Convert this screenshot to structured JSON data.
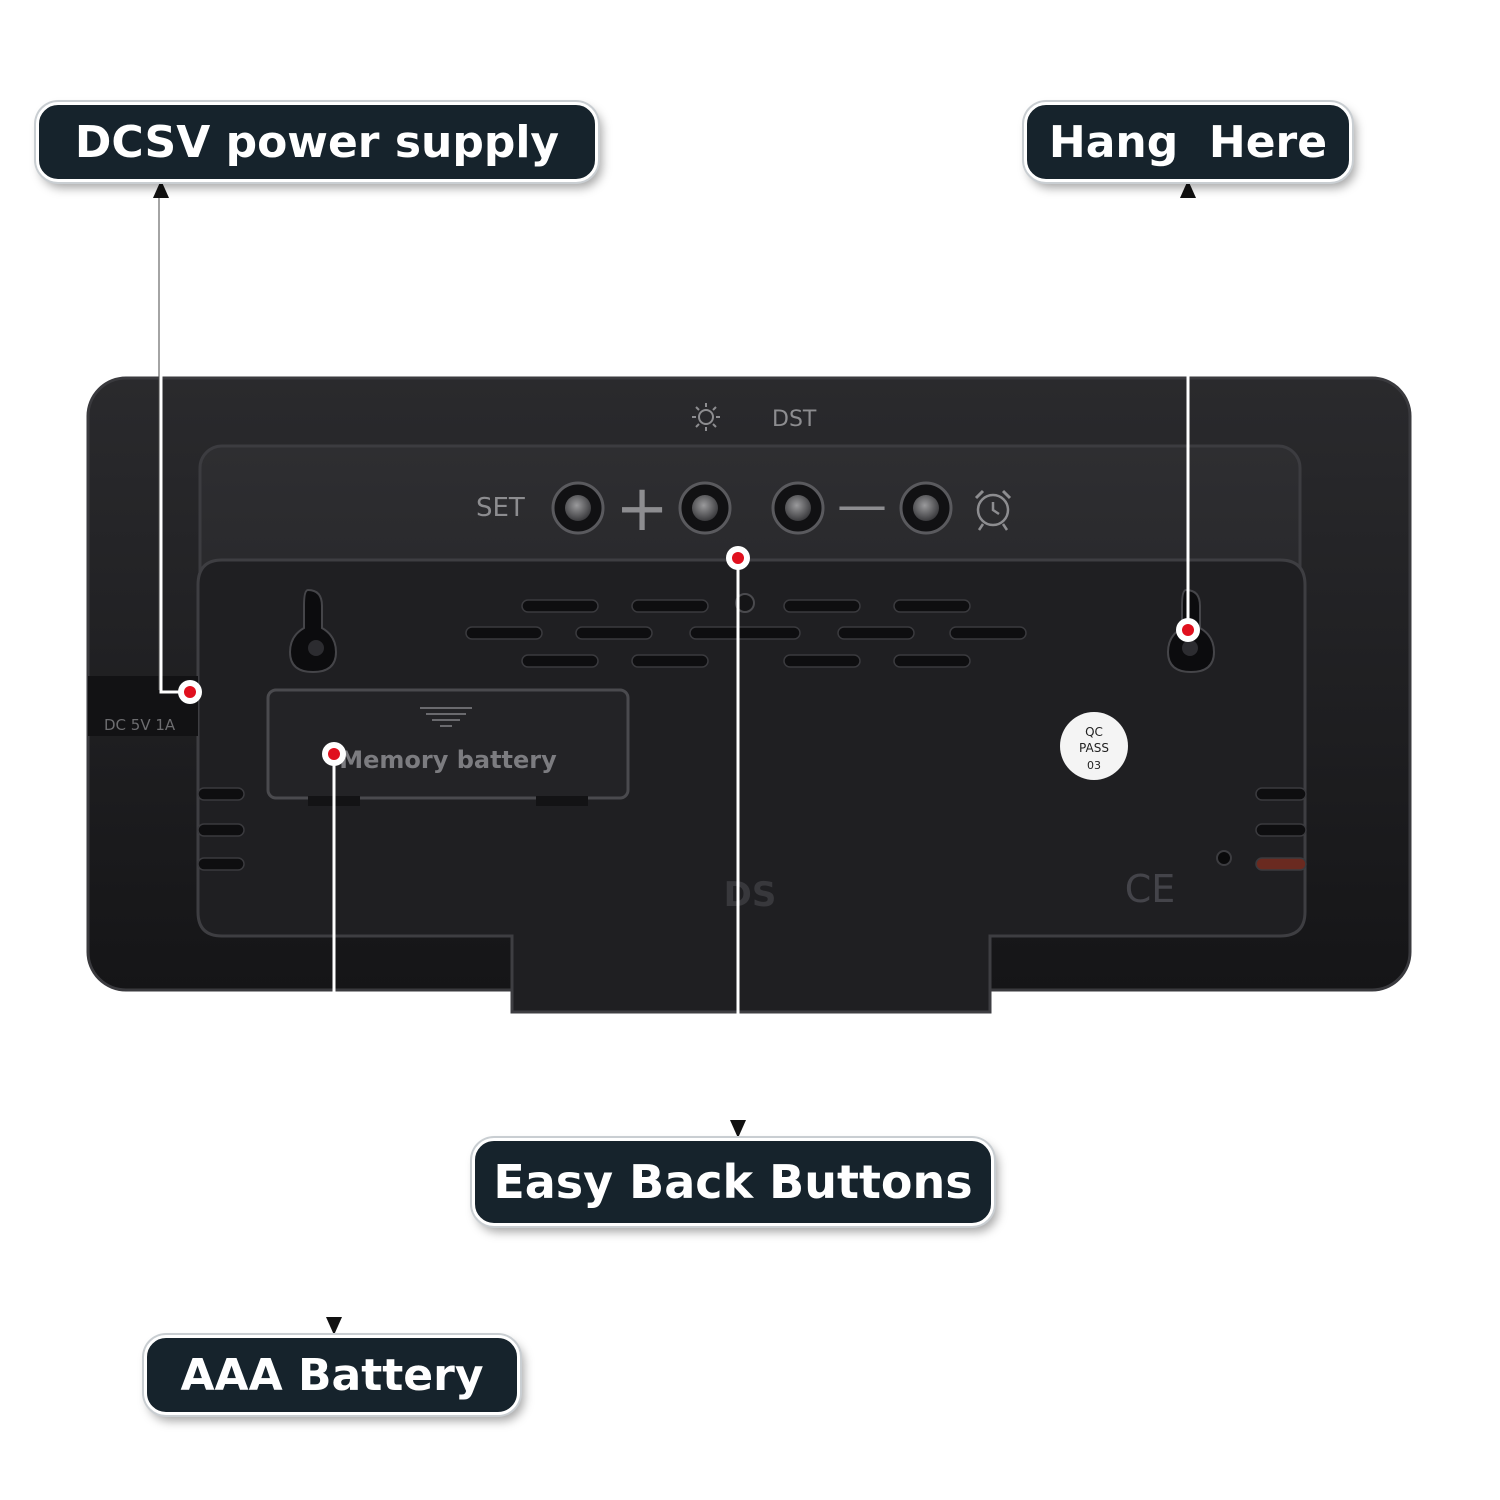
{
  "callouts": {
    "power_supply": "DCSV power supply",
    "hang_here": "Hang  Here",
    "back_buttons": "Easy Back Buttons",
    "aaa_battery": "AAA Battery"
  },
  "device": {
    "top_labels": {
      "dst": "DST"
    },
    "buttons": {
      "set": "SET",
      "plus": "+",
      "minus": "—"
    },
    "battery_cover_label": "Memory battery",
    "port_label": "DC 5V 1A",
    "qc_sticker": {
      "line1": "QC",
      "line2": "PASS",
      "line3": "03"
    },
    "brand_mark": "DS",
    "ce_mark": "CE"
  },
  "colors": {
    "callout_bg": "#16232c",
    "device_body": "#1b1b1d",
    "marker_dot": "#e0101e",
    "leader_line": "#ffffff"
  },
  "icons": [
    "brightness-icon",
    "alarm-clock-icon",
    "arrow-up-icon",
    "arrow-down-icon"
  ]
}
